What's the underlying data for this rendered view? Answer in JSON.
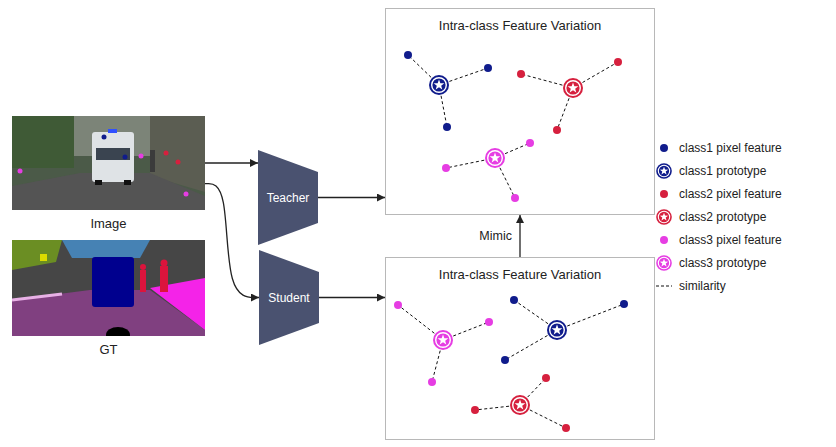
{
  "diagram": {
    "nodes": [
      {
        "text": [
          "Image"
        ]
      },
      {
        "text": [
          "GT"
        ]
      },
      {
        "text": [
          "Teacher"
        ]
      },
      {
        "text": [
          "Student"
        ]
      },
      {
        "text": [
          "Intra-class Feature Variation"
        ]
      },
      {
        "text": [
          "Intra-class Feature Variation"
        ]
      }
    ],
    "edges": [
      {
        "from": 0,
        "to": 2,
        "arrow": "to"
      },
      {
        "from": 0,
        "to": 3,
        "arrow": "to"
      },
      {
        "from": 2,
        "to": 4,
        "arrow": "to"
      },
      {
        "from": 3,
        "to": 5,
        "arrow": "to"
      },
      {
        "from": 5,
        "to": 4,
        "arrow": "to",
        "label": "Mimic"
      }
    ],
    "legend": [
      {
        "text": "class1 pixel feature",
        "color": "#101c8c"
      },
      {
        "text": "class1 prototype"
      },
      {
        "text": "class2 pixel feature",
        "color": "#d6203e"
      },
      {
        "text": "class2 prototype"
      },
      {
        "text": "class3 pixel feature",
        "color": "#e63de3"
      },
      {
        "text": "class3 prototype"
      },
      {
        "text": "similarity"
      }
    ]
  }
}
